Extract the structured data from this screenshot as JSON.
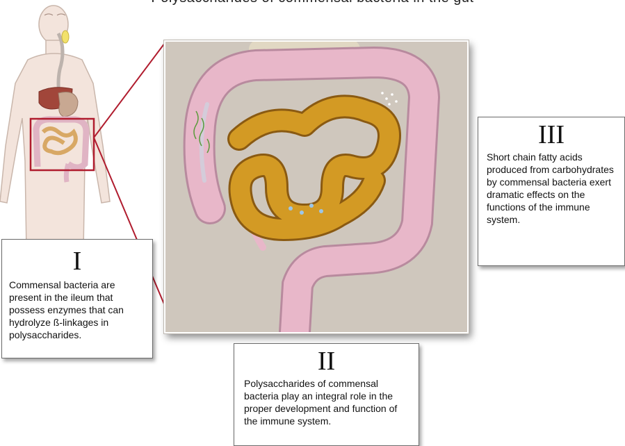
{
  "title": "Polysaccharides of commensal bacteria in the gut",
  "callouts": {
    "one": {
      "numeral": "I",
      "text": "Commensal bacteria are present in the ileum that possess enzymes that can hydrolyze ß-linkages in polysaccharides."
    },
    "two": {
      "numeral": "II",
      "text": "Polysaccharides of commensal bacteria play an integral role in the proper development and function of the immune system."
    },
    "three": {
      "numeral": "III",
      "text": "Short chain fatty acids produced from carbohydrates by commensal bacteria exert dramatic effects on the functions of the immune system."
    }
  },
  "colors": {
    "highlight_box": "#b01c2e",
    "large_intestine": "#e6b6c6",
    "small_intestine": "#d39a24",
    "panel_background": "#cfc7bd"
  }
}
